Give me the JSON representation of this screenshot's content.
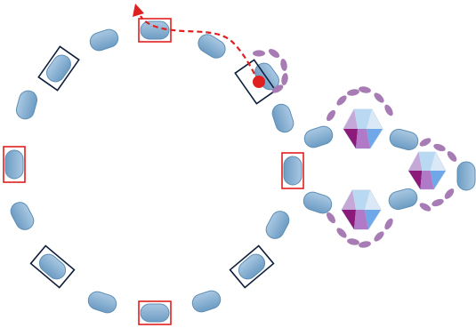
{
  "diagram": {
    "colors": {
      "bead_light": "#a9c8e2",
      "bead_dark": "#6d9cc3",
      "bead_stroke": "#5f8fb5",
      "marker_red": "#e02020",
      "marker_navy": "#0f1e3c",
      "seed_purple": "#a77bb3",
      "crystal_magenta": "#8b1a7a",
      "crystal_blue": "#6ea8e8",
      "crystal_white": "#eef3f8",
      "thread_path": "#e02020"
    },
    "icons": {
      "bead": "oval-blue-bead",
      "crystal": "bicone-crystal",
      "seed": "purple-seed-bead",
      "start": "red-dot",
      "direction": "red-arrowhead"
    }
  }
}
